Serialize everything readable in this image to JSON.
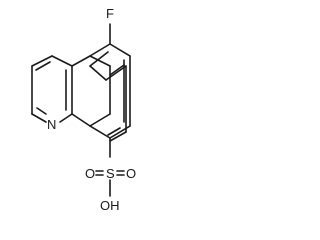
{
  "molecule": {
    "atoms": {
      "fluorine": "F",
      "ring_nitrogen": "N",
      "sulfur": "S",
      "oxygen_top": "O",
      "oxygen_right": "O",
      "hydroxyl": "OH"
    }
  }
}
